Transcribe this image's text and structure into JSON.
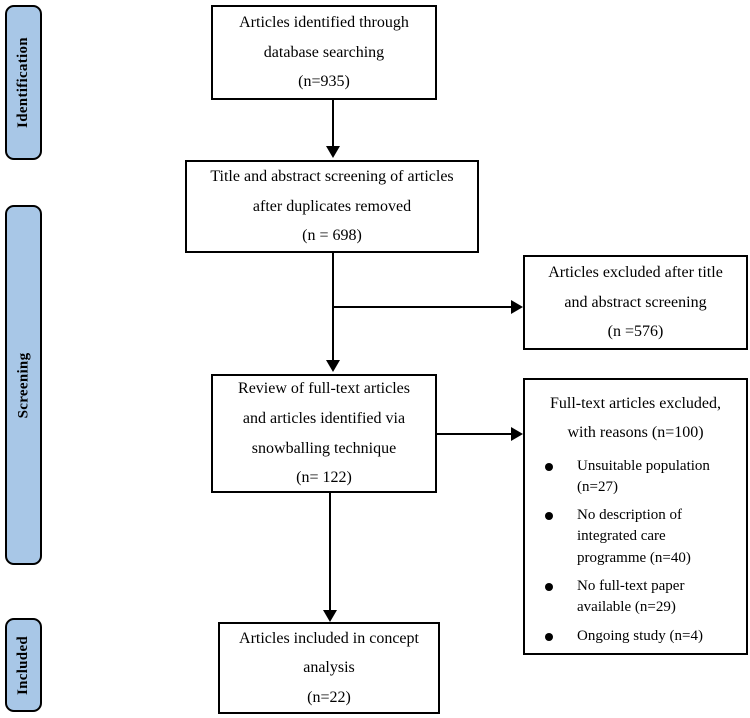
{
  "colors": {
    "stage_fill": "#a8c7e7",
    "line": "#000000",
    "box_background": "#ffffff"
  },
  "stages": {
    "identification": "Identification",
    "screening": "Screening",
    "included": "Included"
  },
  "boxes": {
    "identified": {
      "lines": [
        "Articles identified through",
        "database searching",
        "(n=935)"
      ]
    },
    "title_abstract": {
      "lines": [
        "Title and abstract screening of articles",
        "after duplicates removed",
        "(n = 698)"
      ]
    },
    "excluded_title": {
      "lines": [
        "Articles excluded after title",
        "and abstract screening",
        "(n =576)"
      ]
    },
    "fulltext_review": {
      "lines": [
        "Review of full-text articles",
        "and articles identified via",
        "snowballing technique",
        "(n= 122)"
      ]
    },
    "fulltext_excluded": {
      "header": [
        "Full-text articles excluded,",
        "with reasons (n=100)"
      ],
      "bullets": [
        "Unsuitable population (n=27)",
        "No description of integrated care programme (n=40)",
        "No full-text paper available (n=29)",
        "Ongoing study (n=4)"
      ]
    },
    "included": {
      "lines": [
        "Articles included in concept",
        "analysis",
        "(n=22)"
      ]
    }
  }
}
